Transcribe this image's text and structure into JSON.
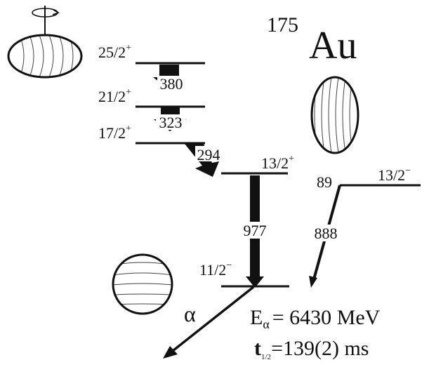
{
  "nucleus": {
    "mass_number": "175",
    "symbol": "Au"
  },
  "levels": [
    {
      "spin": "25/2",
      "parity": "+"
    },
    {
      "spin": "21/2",
      "parity": "+"
    },
    {
      "spin": "17/2",
      "parity": "+"
    },
    {
      "spin": "13/2",
      "parity": "+"
    },
    {
      "spin": "11/2",
      "parity": "−"
    },
    {
      "spin": "13/2",
      "parity": "−"
    }
  ],
  "transitions": [
    {
      "energy": "380"
    },
    {
      "energy": "323"
    },
    {
      "energy": "294"
    },
    {
      "energy": "977"
    },
    {
      "energy": "888"
    },
    {
      "energy": "89"
    }
  ],
  "decay": {
    "symbol": "α",
    "energy_label": "E",
    "energy_sub": "α",
    "energy_value": "= 6430 MeV",
    "halflife_label": "t",
    "halflife_sub": "1/2",
    "halflife_value": "=139(2) ms"
  },
  "shapes": [
    "prolate-rotating",
    "prolate",
    "spherical"
  ]
}
